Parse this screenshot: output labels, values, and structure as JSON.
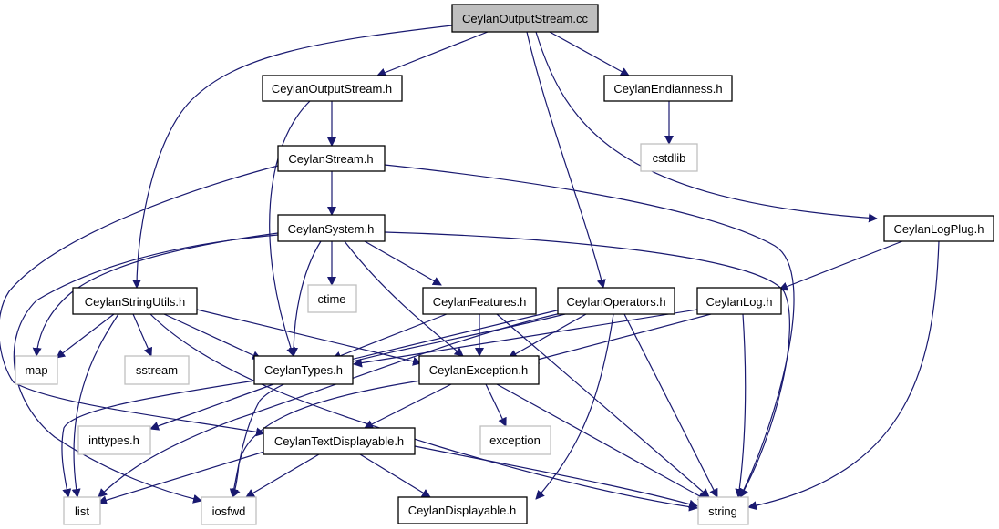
{
  "nodes": {
    "root": "CeylanOutputStream.cc",
    "output_stream_h": "CeylanOutputStream.h",
    "endianness_h": "CeylanEndianness.h",
    "cstdlib": "cstdlib",
    "stream_h": "CeylanStream.h",
    "system_h": "CeylanSystem.h",
    "logplug_h": "CeylanLogPlug.h",
    "stringutils_h": "CeylanStringUtils.h",
    "ctime": "ctime",
    "features_h": "CeylanFeatures.h",
    "operators_h": "CeylanOperators.h",
    "log_h": "CeylanLog.h",
    "map": "map",
    "sstream": "sstream",
    "types_h": "CeylanTypes.h",
    "exception_h": "CeylanException.h",
    "inttypes_h": "inttypes.h",
    "textdisplayable_h": "CeylanTextDisplayable.h",
    "exception": "exception",
    "list": "list",
    "iosfwd": "iosfwd",
    "displayable_h": "CeylanDisplayable.h",
    "string": "string"
  },
  "colors": {
    "edge": "#191970",
    "root_fill": "#bfbfbf",
    "project_border": "#000000",
    "system_border": "#bfbfbf"
  }
}
